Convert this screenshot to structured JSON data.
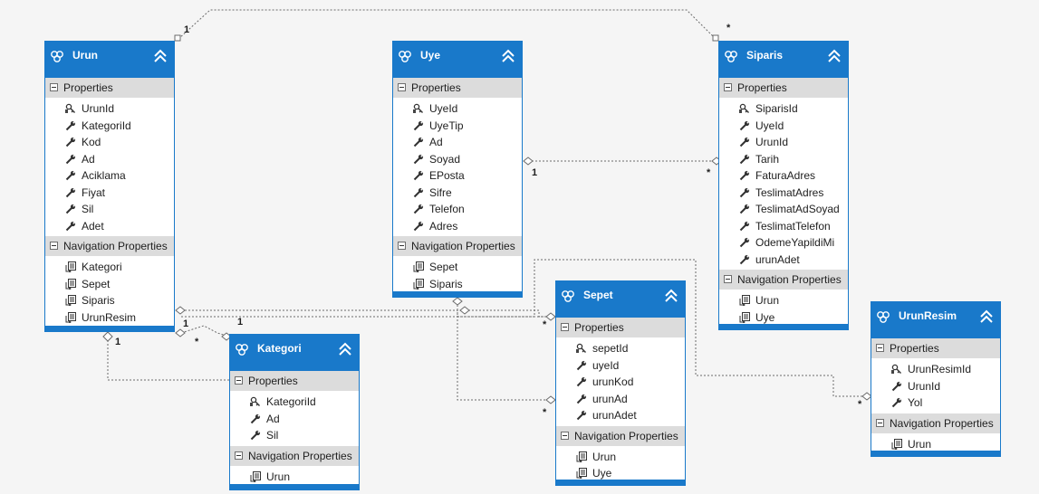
{
  "entities": {
    "urun": {
      "title": "Urun",
      "properties_label": "Properties",
      "properties": [
        {
          "name": "UrunId",
          "key": true
        },
        {
          "name": "KategoriId",
          "key": false
        },
        {
          "name": "Kod",
          "key": false
        },
        {
          "name": "Ad",
          "key": false
        },
        {
          "name": "Aciklama",
          "key": false
        },
        {
          "name": "Fiyat",
          "key": false
        },
        {
          "name": "Sil",
          "key": false
        },
        {
          "name": "Adet",
          "key": false
        }
      ],
      "navigation_label": "Navigation Properties",
      "navigation": [
        "Kategori",
        "Sepet",
        "Siparis",
        "UrunResim"
      ]
    },
    "uye": {
      "title": "Uye",
      "properties_label": "Properties",
      "properties": [
        {
          "name": "UyeId",
          "key": true
        },
        {
          "name": "UyeTip",
          "key": false
        },
        {
          "name": "Ad",
          "key": false
        },
        {
          "name": "Soyad",
          "key": false
        },
        {
          "name": "EPosta",
          "key": false
        },
        {
          "name": "Sifre",
          "key": false
        },
        {
          "name": "Telefon",
          "key": false
        },
        {
          "name": "Adres",
          "key": false
        }
      ],
      "navigation_label": "Navigation Properties",
      "navigation": [
        "Sepet",
        "Siparis"
      ]
    },
    "siparis": {
      "title": "Siparis",
      "properties_label": "Properties",
      "properties": [
        {
          "name": "SiparisId",
          "key": true
        },
        {
          "name": "UyeId",
          "key": false
        },
        {
          "name": "UrunId",
          "key": false
        },
        {
          "name": "Tarih",
          "key": false
        },
        {
          "name": "FaturaAdres",
          "key": false
        },
        {
          "name": "TeslimatAdres",
          "key": false
        },
        {
          "name": "TeslimatAdSoyad",
          "key": false
        },
        {
          "name": "TeslimatTelefon",
          "key": false
        },
        {
          "name": "OdemeYapildiMi",
          "key": false
        },
        {
          "name": "urunAdet",
          "key": false
        }
      ],
      "navigation_label": "Navigation Properties",
      "navigation": [
        "Urun",
        "Uye"
      ]
    },
    "sepet": {
      "title": "Sepet",
      "properties_label": "Properties",
      "properties": [
        {
          "name": "sepetId",
          "key": true
        },
        {
          "name": "uyeId",
          "key": false
        },
        {
          "name": "urunKod",
          "key": false
        },
        {
          "name": "urunAd",
          "key": false
        },
        {
          "name": "urunAdet",
          "key": false
        }
      ],
      "navigation_label": "Navigation Properties",
      "navigation": [
        "Urun",
        "Uye"
      ]
    },
    "kategori": {
      "title": "Kategori",
      "properties_label": "Properties",
      "properties": [
        {
          "name": "KategoriId",
          "key": true
        },
        {
          "name": "Ad",
          "key": false
        },
        {
          "name": "Sil",
          "key": false
        }
      ],
      "navigation_label": "Navigation Properties",
      "navigation": [
        "Urun"
      ]
    },
    "urunresim": {
      "title": "UrunResim",
      "properties_label": "Properties",
      "properties": [
        {
          "name": "UrunResimId",
          "key": true
        },
        {
          "name": "UrunId",
          "key": false
        },
        {
          "name": "Yol",
          "key": false
        }
      ],
      "navigation_label": "Navigation Properties",
      "navigation": [
        "Urun"
      ]
    }
  },
  "multiplicities": {
    "urun_siparis_one": "1",
    "urun_siparis_many": "*",
    "uye_siparis_one": "1",
    "uye_siparis_many": "*",
    "urun_kategori_many": "*",
    "urun_kategori_one": "1",
    "kategori_urun_one": "1",
    "urun_sepet_one": "1",
    "urun_sepet_many": "*",
    "uye_sepet_many": "*",
    "urunresim_many": "*"
  },
  "colors": {
    "entity": "#1979ca",
    "section": "#dcdcdc",
    "connector": "#6a6a6a",
    "background": "#f5f5f5"
  }
}
